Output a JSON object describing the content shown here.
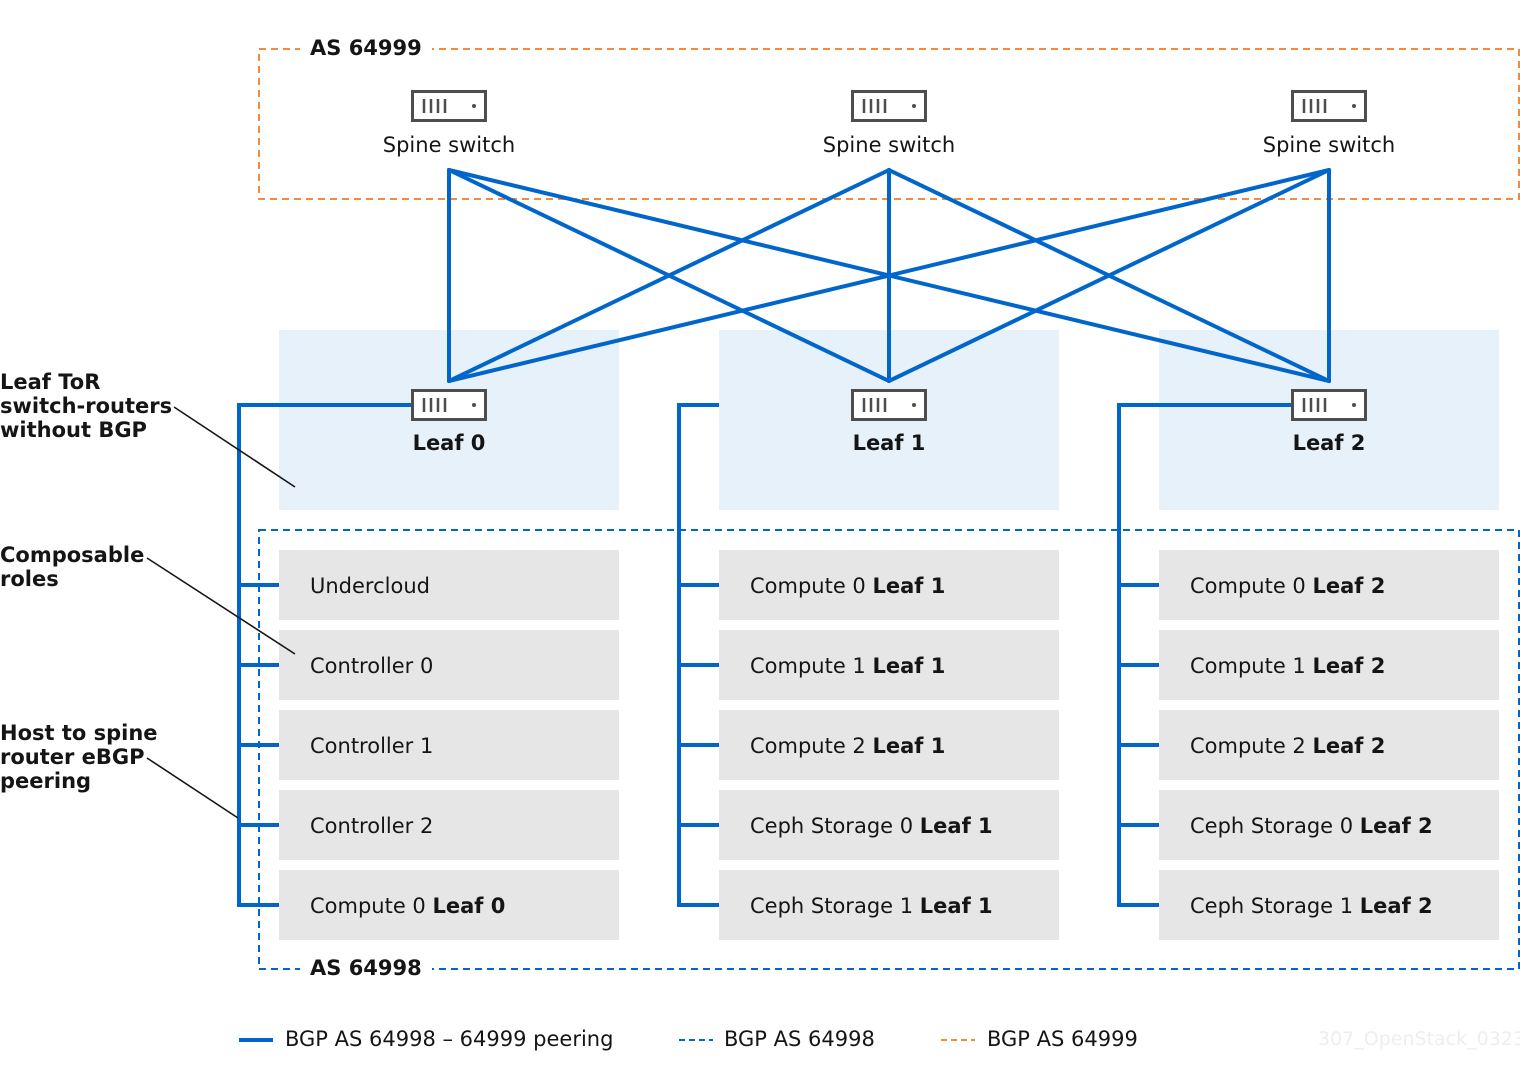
{
  "as_top": {
    "label": "AS 64999"
  },
  "as_bottom": {
    "label": "AS 64998"
  },
  "spines": [
    {
      "label": "Spine switch"
    },
    {
      "label": "Spine switch"
    },
    {
      "label": "Spine switch"
    }
  ],
  "leaves": [
    {
      "label": "Leaf 0"
    },
    {
      "label": "Leaf 1"
    },
    {
      "label": "Leaf 2"
    }
  ],
  "columns": [
    {
      "nodes": [
        {
          "name": "Undercloud",
          "leaf": ""
        },
        {
          "name": "Controller 0",
          "leaf": ""
        },
        {
          "name": "Controller 1",
          "leaf": ""
        },
        {
          "name": "Controller 2",
          "leaf": ""
        },
        {
          "name": "Compute 0 ",
          "leaf": "Leaf 0"
        }
      ]
    },
    {
      "nodes": [
        {
          "name": "Compute 0 ",
          "leaf": "Leaf 1"
        },
        {
          "name": "Compute 1 ",
          "leaf": "Leaf 1"
        },
        {
          "name": "Compute 2 ",
          "leaf": "Leaf 1"
        },
        {
          "name": "Ceph Storage 0 ",
          "leaf": "Leaf 1"
        },
        {
          "name": "Ceph Storage 1 ",
          "leaf": "Leaf 1"
        }
      ]
    },
    {
      "nodes": [
        {
          "name": "Compute 0 ",
          "leaf": "Leaf 2"
        },
        {
          "name": "Compute 1 ",
          "leaf": "Leaf 2"
        },
        {
          "name": "Compute 2 ",
          "leaf": "Leaf 2"
        },
        {
          "name": "Ceph Storage 0 ",
          "leaf": "Leaf 2"
        },
        {
          "name": "Ceph Storage 1 ",
          "leaf": "Leaf 2"
        }
      ]
    }
  ],
  "callouts": [
    {
      "text": "Leaf ToR\nswitch-routers\nwithout BGP"
    },
    {
      "text": "Composable\nroles"
    },
    {
      "text": "Host to spine\nrouter eBGP\npeering"
    }
  ],
  "legend": [
    {
      "label": "BGP AS 64998 – 64999 peering",
      "style": "solid",
      "color": "#0066cc"
    },
    {
      "label": "BGP AS 64998",
      "style": "dashed",
      "color": "#0066cc"
    },
    {
      "label": "BGP AS 64999",
      "style": "dashed",
      "color": "#f08c3c"
    }
  ],
  "watermark": "307_OpenStack_0323",
  "colors": {
    "link": "#0066cc",
    "as_64999": "#f08c3c",
    "as_64998": "#0066cc",
    "leaf_bg": "#e7f1fa",
    "node_bg": "#e6e6e6"
  }
}
